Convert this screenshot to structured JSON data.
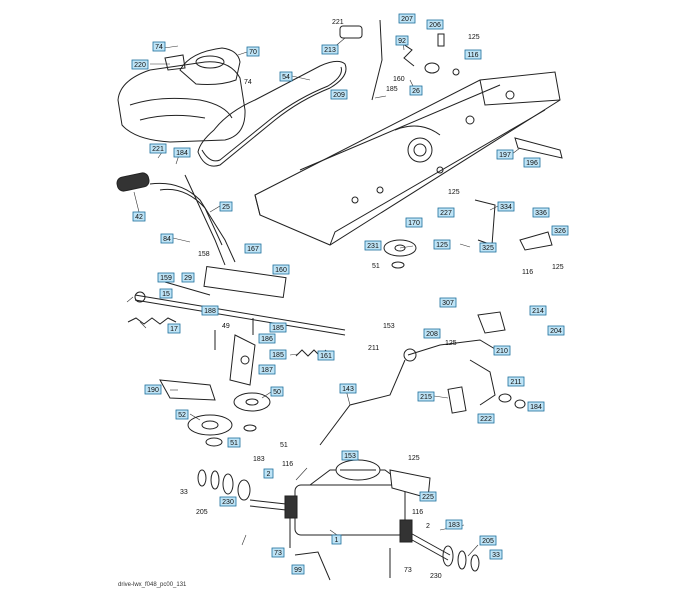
{
  "footer_code": "drive-lwx_f048_pc00_131",
  "callouts_boxed": [
    {
      "id": "74a",
      "text": "74"
    },
    {
      "id": "70",
      "text": "70"
    },
    {
      "id": "220",
      "text": "220"
    },
    {
      "id": "54",
      "text": "54"
    },
    {
      "id": "213",
      "text": "213"
    },
    {
      "id": "207",
      "text": "207"
    },
    {
      "id": "206",
      "text": "206"
    },
    {
      "id": "92",
      "text": "92"
    },
    {
      "id": "116a",
      "text": "116"
    },
    {
      "id": "209",
      "text": "209"
    },
    {
      "id": "26",
      "text": "26"
    },
    {
      "id": "221",
      "text": "221"
    },
    {
      "id": "184a",
      "text": "184"
    },
    {
      "id": "197",
      "text": "197"
    },
    {
      "id": "196",
      "text": "196"
    },
    {
      "id": "42",
      "text": "42"
    },
    {
      "id": "25",
      "text": "25"
    },
    {
      "id": "334",
      "text": "334"
    },
    {
      "id": "336",
      "text": "336"
    },
    {
      "id": "227",
      "text": "227"
    },
    {
      "id": "170",
      "text": "170"
    },
    {
      "id": "84",
      "text": "84"
    },
    {
      "id": "231",
      "text": "231"
    },
    {
      "id": "125b",
      "text": "125"
    },
    {
      "id": "325",
      "text": "325"
    },
    {
      "id": "326",
      "text": "326"
    },
    {
      "id": "167",
      "text": "167"
    },
    {
      "id": "160",
      "text": "160"
    },
    {
      "id": "159",
      "text": "159"
    },
    {
      "id": "29",
      "text": "29"
    },
    {
      "id": "15",
      "text": "15"
    },
    {
      "id": "188",
      "text": "188"
    },
    {
      "id": "17",
      "text": "17"
    },
    {
      "id": "185a",
      "text": "185"
    },
    {
      "id": "186",
      "text": "186"
    },
    {
      "id": "185b",
      "text": "185"
    },
    {
      "id": "187",
      "text": "187"
    },
    {
      "id": "161",
      "text": "161"
    },
    {
      "id": "307",
      "text": "307"
    },
    {
      "id": "214",
      "text": "214"
    },
    {
      "id": "208",
      "text": "208"
    },
    {
      "id": "204",
      "text": "204"
    },
    {
      "id": "210",
      "text": "210"
    },
    {
      "id": "190",
      "text": "190"
    },
    {
      "id": "50",
      "text": "50"
    },
    {
      "id": "143",
      "text": "143"
    },
    {
      "id": "215",
      "text": "215"
    },
    {
      "id": "211b",
      "text": "211"
    },
    {
      "id": "52",
      "text": "52"
    },
    {
      "id": "51a",
      "text": "51"
    },
    {
      "id": "222",
      "text": "222"
    },
    {
      "id": "184b",
      "text": "184"
    },
    {
      "id": "153b",
      "text": "153"
    },
    {
      "id": "2a",
      "text": "2"
    },
    {
      "id": "230a",
      "text": "230"
    },
    {
      "id": "225",
      "text": "225"
    },
    {
      "id": "1",
      "text": "1"
    },
    {
      "id": "183b",
      "text": "183"
    },
    {
      "id": "73a",
      "text": "73"
    },
    {
      "id": "205b",
      "text": "205"
    },
    {
      "id": "99",
      "text": "99"
    },
    {
      "id": "33b",
      "text": "33"
    }
  ],
  "callouts_plain": [
    {
      "id": "221p",
      "text": "221"
    },
    {
      "id": "125a",
      "text": "125"
    },
    {
      "id": "74b",
      "text": "74"
    },
    {
      "id": "160p",
      "text": "160"
    },
    {
      "id": "185p",
      "text": "185"
    },
    {
      "id": "125c",
      "text": "125"
    },
    {
      "id": "158",
      "text": "158"
    },
    {
      "id": "51b",
      "text": "51"
    },
    {
      "id": "116b",
      "text": "116"
    },
    {
      "id": "125d",
      "text": "125"
    },
    {
      "id": "49",
      "text": "49"
    },
    {
      "id": "153a",
      "text": "153"
    },
    {
      "id": "211a",
      "text": "211"
    },
    {
      "id": "125e",
      "text": "125"
    },
    {
      "id": "51c",
      "text": "51"
    },
    {
      "id": "183a",
      "text": "183"
    },
    {
      "id": "116c",
      "text": "116"
    },
    {
      "id": "125f",
      "text": "125"
    },
    {
      "id": "33a",
      "text": "33"
    },
    {
      "id": "205a",
      "text": "205"
    },
    {
      "id": "116d",
      "text": "116"
    },
    {
      "id": "2b",
      "text": "2"
    },
    {
      "id": "73b",
      "text": "73"
    },
    {
      "id": "230b",
      "text": "230"
    }
  ]
}
